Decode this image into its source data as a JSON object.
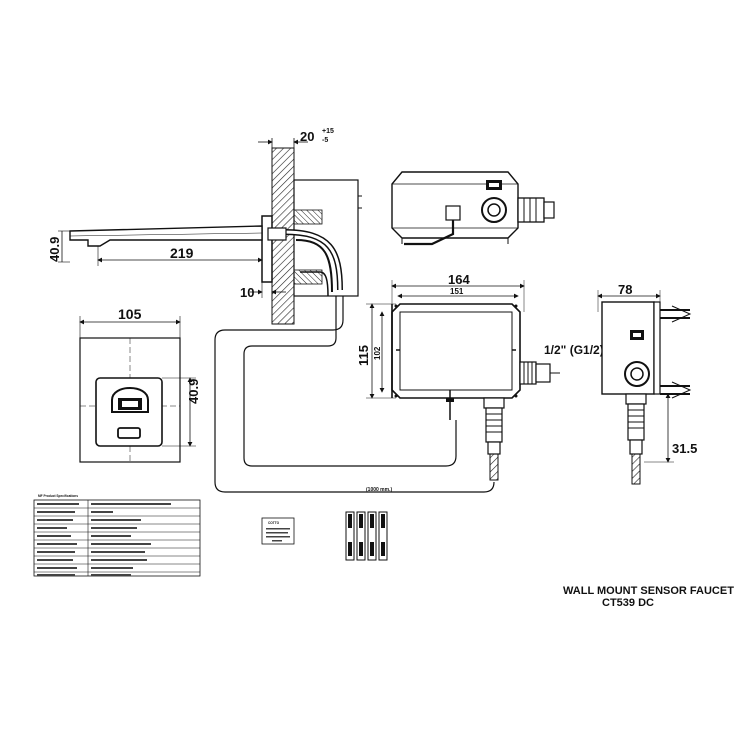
{
  "title": {
    "line1": "WALL MOUNT SENSOR FAUCET",
    "line2": "CT539 DC"
  },
  "dimensions": {
    "wall_thickness": "20",
    "wall_tol_plus": "+15",
    "wall_tol_minus": "-5",
    "spout_height": "40.9",
    "spout_length": "219",
    "plate_offset": "10",
    "plate_width": "105",
    "plate_height": "40.9",
    "box_width": "164",
    "box_inner_width": "151",
    "box_height": "115",
    "box_inner_height": "102",
    "thread": "1/2\" (G1/2)",
    "box_depth": "78",
    "fitting_height": "31.5",
    "hose_length": "(1000 mm.)"
  },
  "spec_table": {
    "header": "MF Product Specifications"
  },
  "label_card": {
    "text": "COTTO"
  }
}
